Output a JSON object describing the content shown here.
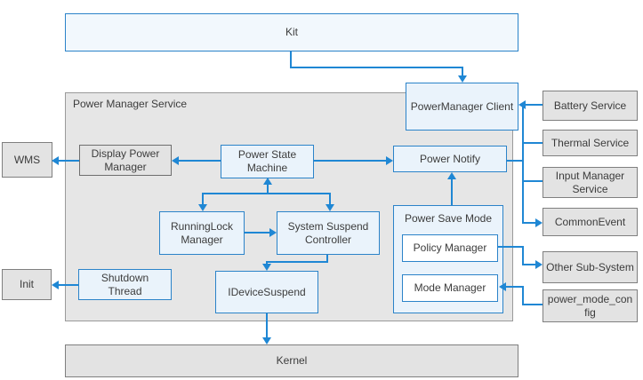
{
  "diagram": {
    "nodes": {
      "kit": "Kit",
      "power_manager_service": "Power Manager Service",
      "powermanager_client": "PowerManager Client",
      "wms": "WMS",
      "display_power_manager": "Display Power Manager",
      "power_state_machine": "Power State Machine",
      "power_notify": "Power Notify",
      "runninglock_manager": "RunningLock Manager",
      "system_suspend_controller": "System Suspend Controller",
      "power_save_mode": "Power Save Mode",
      "policy_manager": "Policy Manager",
      "mode_manager": "Mode Manager",
      "shutdown_thread": "Shutdown Thread",
      "idevice_suspend": "IDeviceSuspend",
      "init": "Init",
      "kernel": "Kernel",
      "battery_service": "Battery Service",
      "thermal_service": "Thermal Service",
      "input_manager_service": "Input Manager Service",
      "common_event": "CommonEvent",
      "other_sub_system": "Other Sub-System",
      "power_mode_config": "power_mode_config"
    },
    "colors": {
      "arrow_blue": "#1f87d4",
      "blue_box_border": "#2b83c9",
      "blue_box_fill": "#eaf3fb",
      "kit_fill": "#f2f8fd",
      "gray_box_fill": "#e3e3e3",
      "gray_box_border": "#7f7f7f",
      "container_fill": "#e6e6e6",
      "text": "#3c3c3c"
    }
  }
}
